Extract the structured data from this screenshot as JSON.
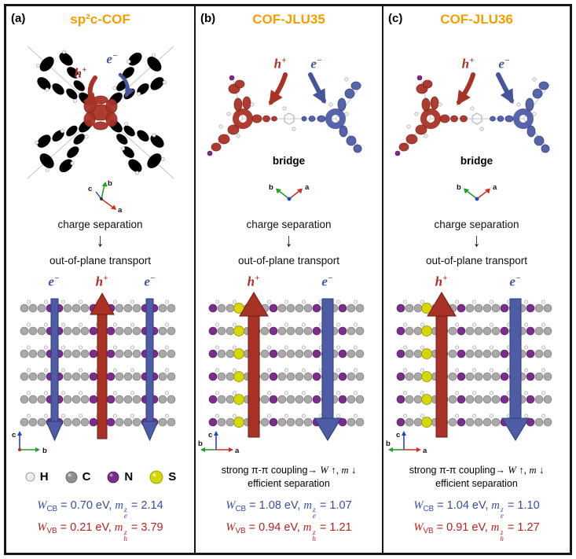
{
  "colors": {
    "orange": "#F59E00",
    "hole-red": "#A93226",
    "electron-blue": "#46549C",
    "value-blue": "#3C4C9E",
    "value-red": "#B5241E",
    "nitrogen-purple": "#7B2D8B",
    "sulfur-yellow": "#D6D600",
    "carbon-gray": "#A0A0A0",
    "hydrogen-white": "#ECECEC"
  },
  "particles": {
    "electron": {
      "sym": "e",
      "sign": "−"
    },
    "hole": {
      "sym": "h",
      "sign": "+"
    }
  },
  "steps": {
    "s1": "charge separation",
    "s2": "out-of-plane transport",
    "arrow": "↓"
  },
  "bridge_label": "bridge",
  "axes": {
    "a": "a",
    "b": "b",
    "c": "c"
  },
  "coupling_note": {
    "p1": "strong π-π coupling→ ",
    "w": "W",
    "p2": " ↑, ",
    "m": "m",
    "p3": " ↓",
    "line2": "efficient separation"
  },
  "legend": {
    "items": [
      {
        "label": "H",
        "color": "#ECECEC"
      },
      {
        "label": "C",
        "color": "#8F8F8F"
      },
      {
        "label": "N",
        "color": "#7B2D8B"
      },
      {
        "label": "S",
        "color": "#D6D600"
      }
    ]
  },
  "math": {
    "W": "W",
    "m": "m",
    "CB": "CB",
    "VB": "VB",
    "e": "e",
    "h": "h",
    "z": "z",
    "eq": " = ",
    "sep": ", "
  },
  "panels": [
    {
      "tag": "(a)",
      "title": "sp²c-COF",
      "values": {
        "wcb": "0.70 eV",
        "me": "2.14",
        "wvb": "0.21 eV",
        "mh": "3.79"
      }
    },
    {
      "tag": "(b)",
      "title": "COF-JLU35",
      "values": {
        "wcb": "1.08 eV",
        "me": "1.07",
        "wvb": "0.94 eV",
        "mh": "1.21"
      }
    },
    {
      "tag": "(c)",
      "title": "COF-JLU36",
      "values": {
        "wcb": "1.04 eV",
        "me": "1.10",
        "wvb": "0.91 eV",
        "mh": "1.27"
      }
    }
  ]
}
